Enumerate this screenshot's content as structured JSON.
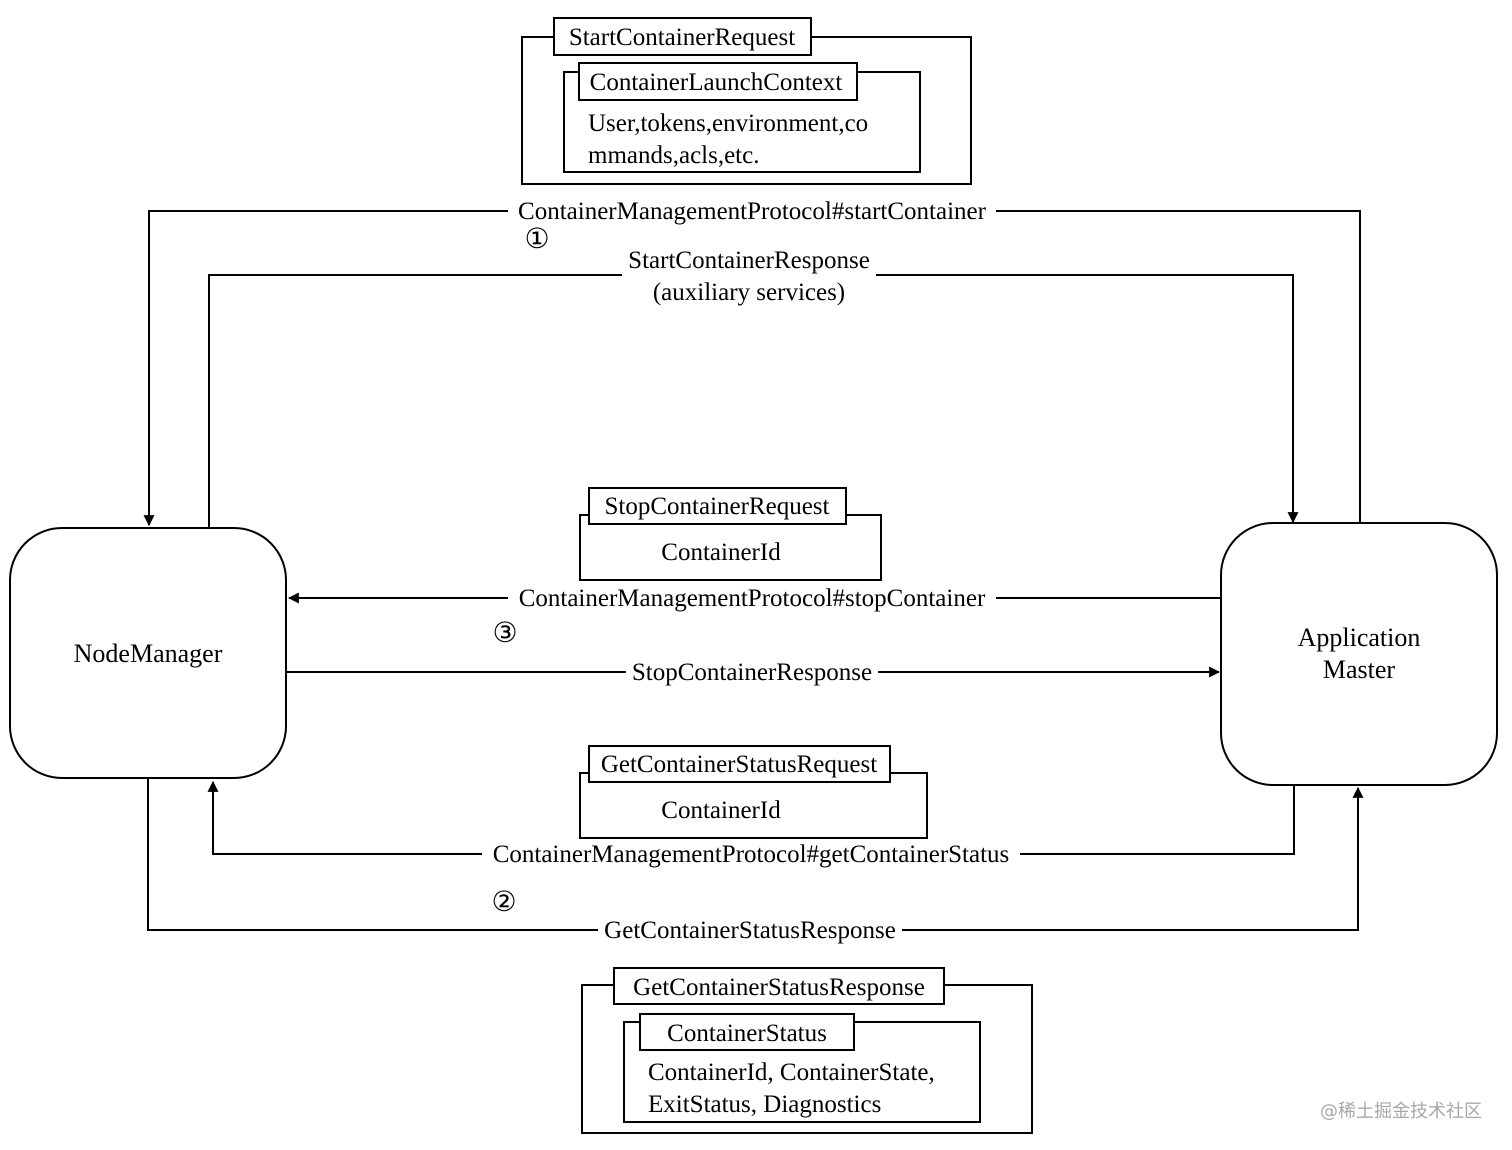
{
  "nodes": {
    "node_manager": "NodeManager",
    "application_master": [
      "Application",
      "Master"
    ]
  },
  "start_container": {
    "request_title": "StartContainerRequest",
    "launch_context_title": "ContainerLaunchContext",
    "launch_context_lines": [
      "User,tokens,environment,co",
      "mmands,acls,etc."
    ],
    "call_label": "ContainerManagementProtocol#startContainer",
    "step": "①",
    "response_lines": [
      "StartContainerResponse",
      "(auxiliary services)"
    ]
  },
  "stop_container": {
    "request_title": "StopContainerRequest",
    "request_field": "ContainerId",
    "call_label": "ContainerManagementProtocol#stopContainer",
    "step": "③",
    "response_label": "StopContainerResponse"
  },
  "get_status": {
    "request_title": "GetContainerStatusRequest",
    "request_field": "ContainerId",
    "call_label": "ContainerManagementProtocol#getContainerStatus",
    "step": "②",
    "response_label": "GetContainerStatusResponse"
  },
  "status_response_box": {
    "title": "GetContainerStatusResponse",
    "status_title": "ContainerStatus",
    "status_lines": [
      "ContainerId, ContainerState,",
      "ExitStatus, Diagnostics"
    ]
  },
  "watermark": "@稀土掘金技术社区"
}
